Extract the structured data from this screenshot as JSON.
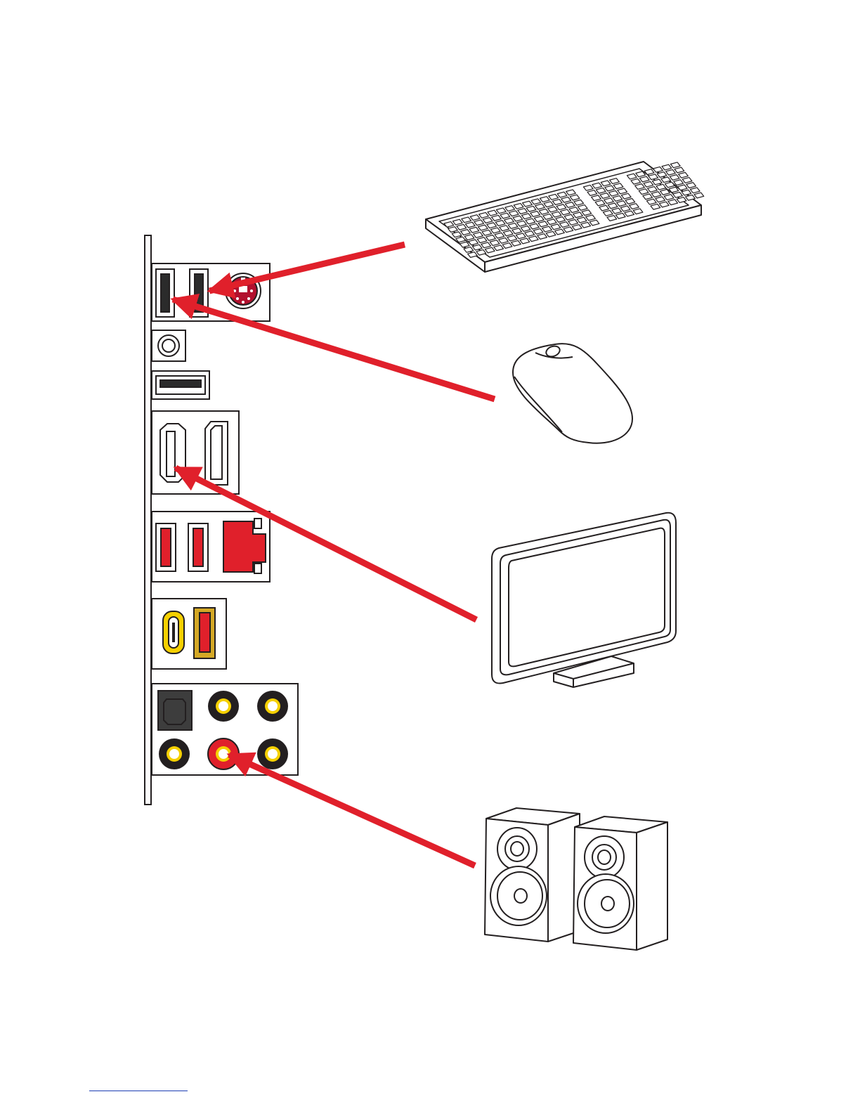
{
  "colors": {
    "arrow": "#e0202b",
    "port_red": "#e0202b",
    "port_yellow": "#f5d000",
    "port_gold": "#d4a825",
    "outline": "#231f20",
    "dark_port": "#3d3d3d"
  },
  "devices": [
    {
      "name": "keyboard",
      "icon": "keyboard-icon"
    },
    {
      "name": "mouse",
      "icon": "mouse-icon"
    },
    {
      "name": "monitor",
      "icon": "monitor-icon"
    },
    {
      "name": "speakers",
      "icon": "speakers-icon"
    }
  ],
  "connections": [
    {
      "from": "keyboard",
      "to": "usb-port-2"
    },
    {
      "from": "mouse",
      "to": "usb-port-1"
    },
    {
      "from": "monitor",
      "to": "hdmi-port"
    },
    {
      "from": "speakers",
      "to": "audio-line-out-jack"
    }
  ]
}
